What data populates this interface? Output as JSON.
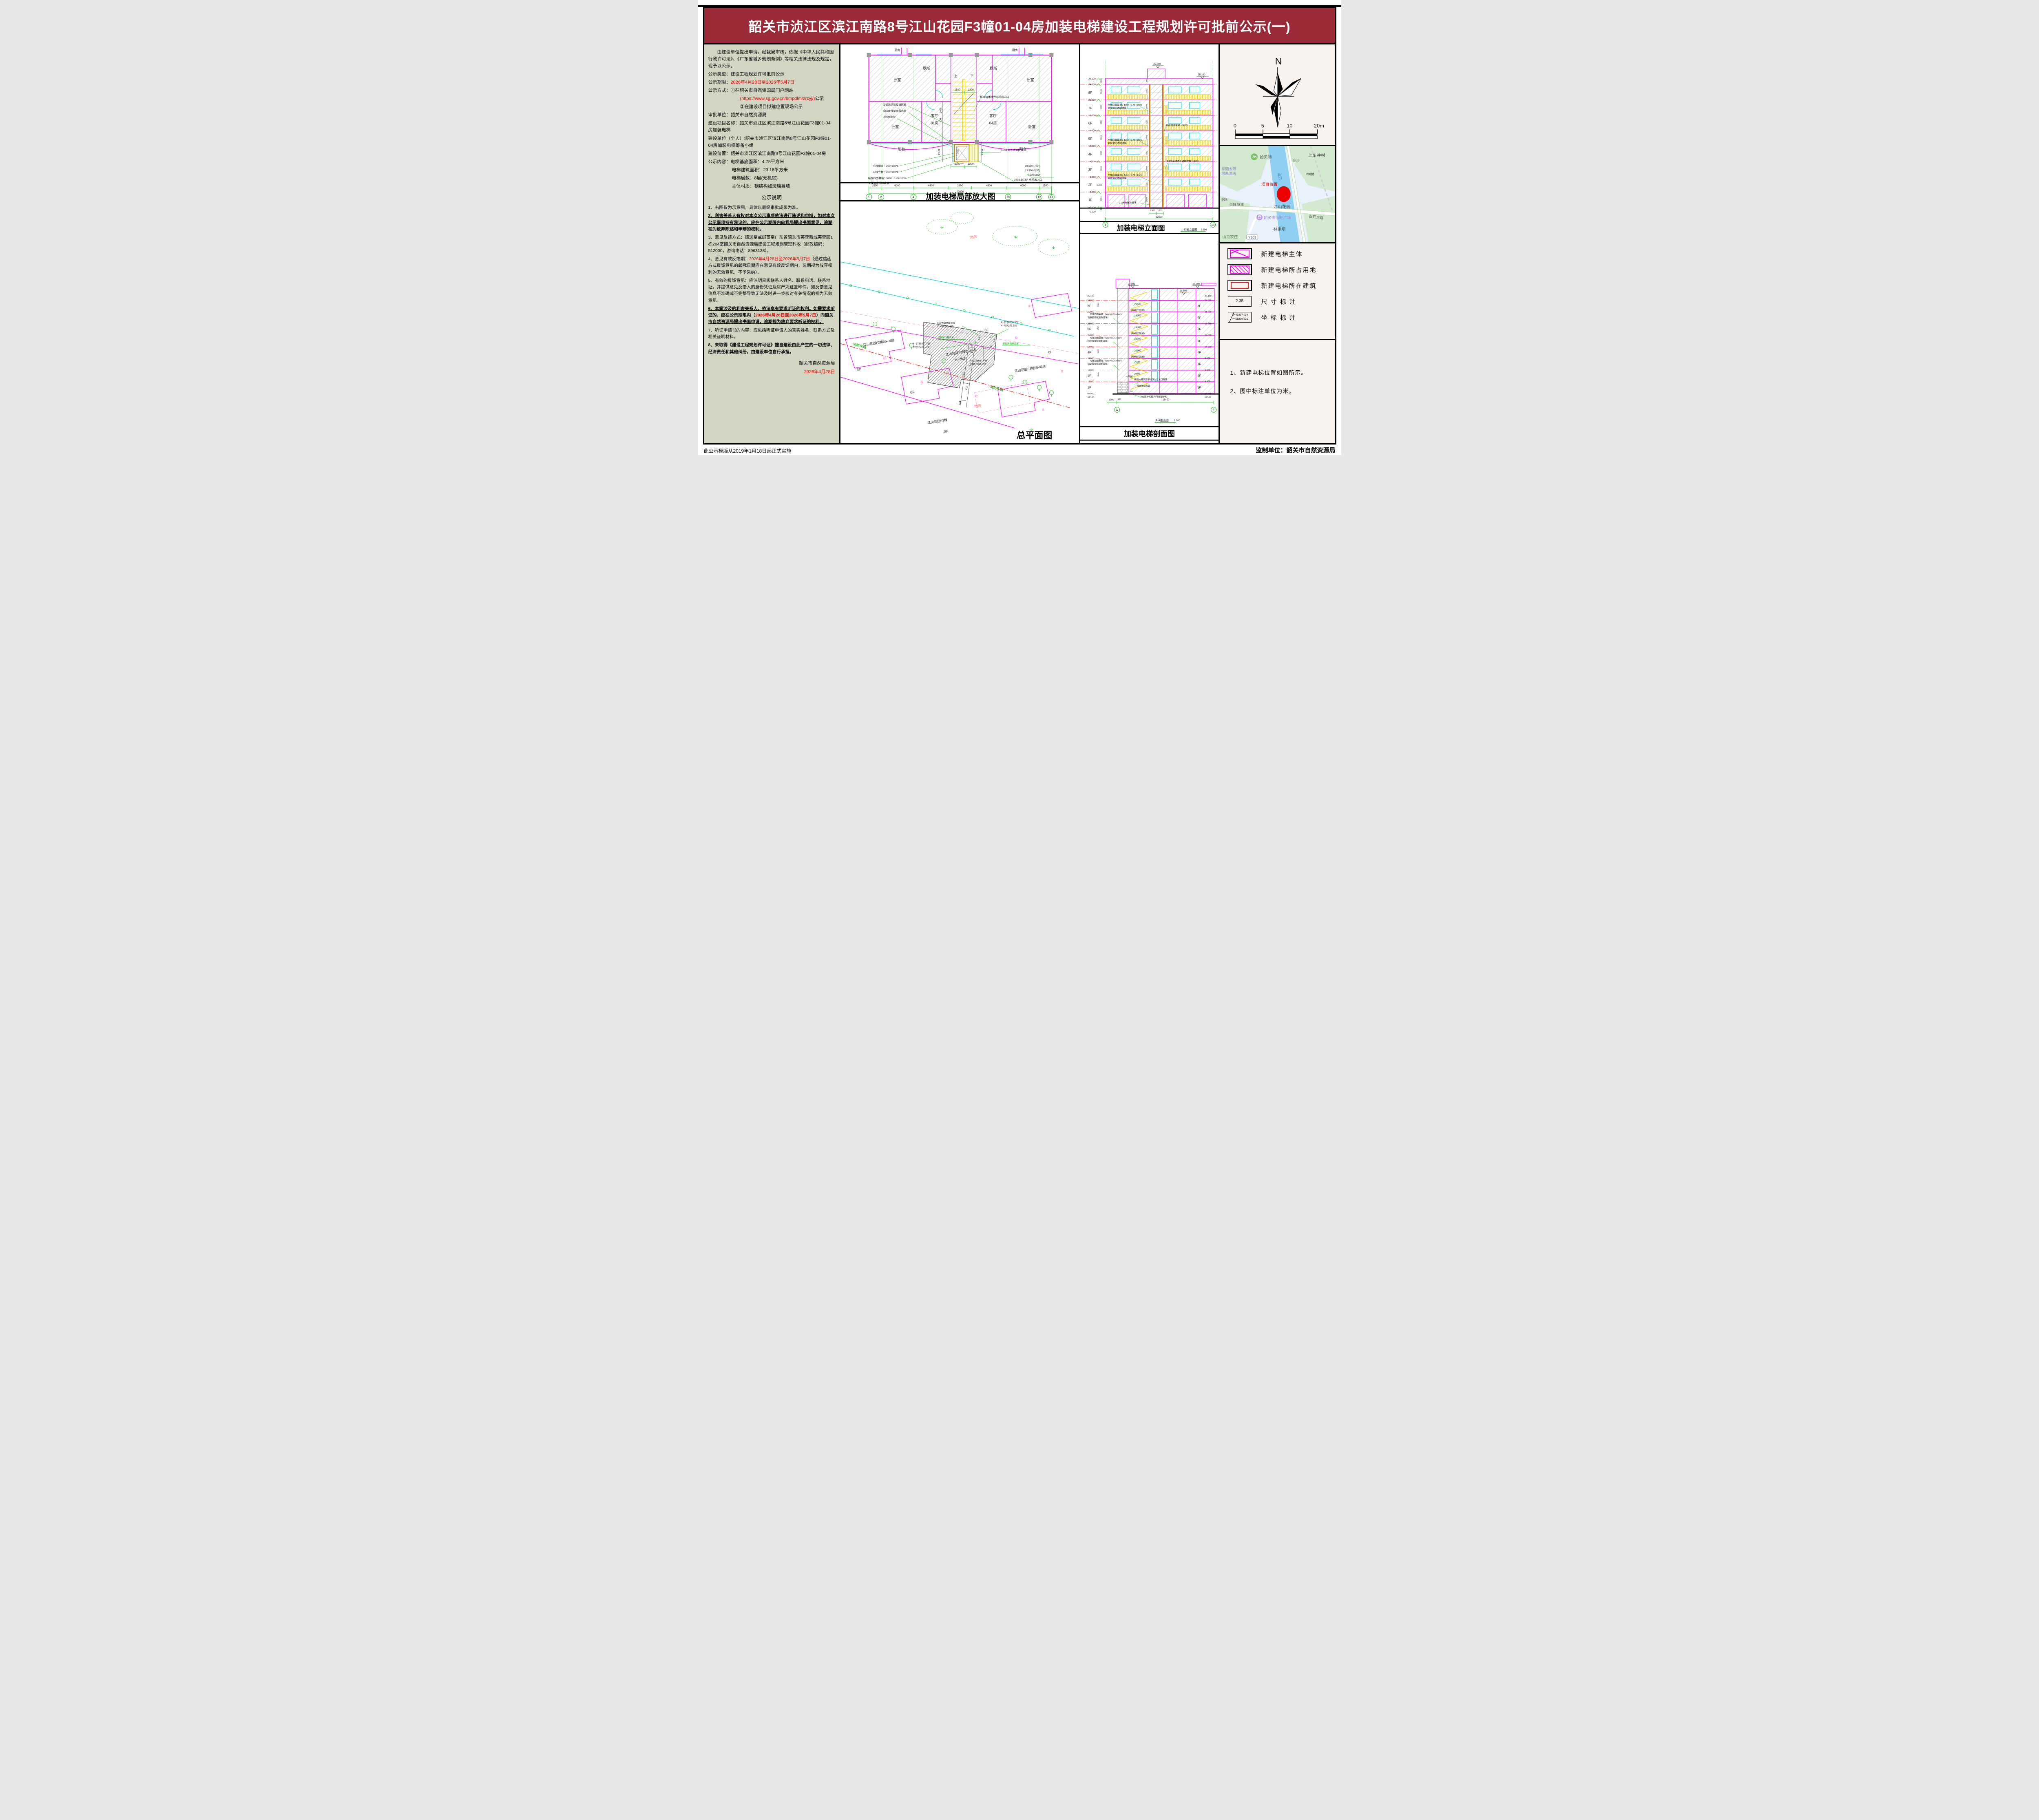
{
  "header": {
    "title": "韶关市浈江区滨江南路8号江山花园F3幢01-04房加装电梯建设工程规划许可批前公示(一)"
  },
  "footer": {
    "left": "此公示模版从2019年1月18日起正式实施",
    "right": "监制单位：韶关市自然资源局"
  },
  "left": {
    "p1": "　　由建设单位提出申请，经我局审核，依据《中华人民共和国行政许可法》、《广东省城乡规划条例》等相关法律法规及规定，现予以公示。",
    "f1l": "公示类型：",
    "f1v": "建设工程规划许可批前公示",
    "f2l": "公示期限：",
    "f2v": "2026年4月28日至2026年5月7日",
    "f3l": "公示方式：",
    "f3v": "①在韶关市自然资源局门户网站",
    "url": "(https://www.sg.gov.cn/bmpdlm/zrzyj/)",
    "url_suffix": "公示",
    "f3v2": "②在建设项目拟建位置现场公示",
    "f4": "审批单位：韶关市自然资源局",
    "f5": "建设项目名称：韶关市浈江区滨江南路8号江山花园F3幢01-04房加装电梯",
    "f6": "建设单位（个人）:韶关市浈江区滨江南路8号江山花园F3幢01-04房加装电梯筹备小组",
    "f7": "建设位置：韶关市浈江区滨江南路8号江山花园F3幢01-04房",
    "f8l": "公示内容：",
    "f8v": "电梯基底面积：4.75平方米",
    "f9": "电梯建筑面积：23.18平方米",
    "f10": "电梯层数：8层(无机房)",
    "f11": "主体材质：钢结构加玻璃幕墙",
    "nt_title": "公示说明",
    "n1": "1、右图仅为示意图，具体以最终审批成果为准。",
    "n2": "2、利害关系人有权对本次公示事项依法进行陈述和申辩，如对本次公示事项持有异议的，应在公示期限内向我局提出书面意见，逾期视为放弃陈述和申辩的权利。",
    "n3": "3、意见反馈方式：请送至或邮寄至广东省韶关市芙蓉新城芙蓉园1栋204室韶关市自然资源局建设工程规划管理科收（邮政编码：512000，咨询电话：8963138）。",
    "n4a": "4、意见有效反馈期：",
    "n4red": "2026年4月28日至2026年5月7日",
    "n4b": "（通过信函方式反馈意见的邮戳日期应在意见有效反馈期内，逾期视为放弃权利的无效意见，不予采纳）。",
    "n5": "5、有效的反馈意见：应注明真实联系人姓名、联系电话、联系地址，并提供意见反馈人的身份凭证及房产凭证复印件，如反馈意见信息不准确或不完整导致无法及时进一步核对有关情况的视为无效意见。",
    "n6a": "6、本案涉及的利害关系人，依法享有要求听证的权利。如需要求听证的，应在公示期限内（",
    "n6red": "2026年4月28日至2026年5月7日",
    "n6b": "）向韶关市自然资源局提出书面申请，逾期视为放弃要求听证的权利。",
    "n7": "7、听证申请书的内容：应包括听证申请人的真实姓名，联系方式及相关证明材料。",
    "n8": "8、未取得《建设工程规划许可证》擅自建设由此产生的一切法律、经济责任和其他纠纷，由建设单位自行承担。",
    "sig1": "韶关市自然资源局",
    "sig2": "2026年4月28日"
  },
  "fp": {
    "title": "加装电梯局部放大图",
    "bed": "卧室",
    "wc": "厕所",
    "living": "客厅",
    "r01": "01房",
    "r04": "04房",
    "balcony": "阳台",
    "kitchen": "厨房",
    "up": "上",
    "down": "下",
    "a1": "保留消防管及消防箱",
    "a2": "拆除虚线屋面落水管",
    "a3": "迁移到此处",
    "a4": "拆除墙体改为电梯出入口",
    "a5": "1.2米高不锈钢护栏",
    "a6": "电梯横梁：200*100*5",
    "a7": "电梯立柱：200*100*8",
    "a8": "电梯四面幕墙：5mm+0.76+5mm",
    "a9": "夹胶钢化透明玻璃",
    "lv1": "19.500 (7.5F)",
    "lv2": "13.500 (5.5F)",
    "lv3": "7.500 (3.5F)",
    "a10": "3.5/5.5/7.5F 电梯出入口",
    "d13": "1300",
    "d12": "1200",
    "d19": "1900",
    "d14": "1400",
    "d5": "500",
    "d16": "1600",
    "d11": "1100",
    "total": "22600",
    "row": [
      "1500",
      "4000",
      "4400",
      "2800",
      "4400",
      "4000",
      "1500"
    ],
    "grid": [
      "1",
      "2",
      "4",
      "10",
      "12",
      "13"
    ]
  },
  "sp": {
    "title": "总平面图",
    "tile": "地砖",
    "lane": "消防车道",
    "bF2": "江山花园F2幢05-08房",
    "bF3": "江山花园F3幢01-04房",
    "bH": "H=25.10",
    "bF3b": "江山花园F3幢05-08房",
    "bF3c": "江山花园F3幢",
    "f9": "9F",
    "f8": "8F",
    "conc": "砼",
    "mix": "混",
    "c1x": "X=2738659.576",
    "c1y": "Y=457245.415",
    "c2x": "X=2738659.307",
    "c2y": "Y=457246.686",
    "c3x": "X=2738657.718",
    "c3y": "Y=457245.021",
    "c4x": "X=2738657.448",
    "c4y": "Y=457246.292",
    "shaft": "拟加装电梯井道",
    "pass": "拟加装电梯过道",
    "d1": "15.0",
    "d2": "4.2",
    "d3": "5.3",
    "d4": "5.5",
    "d5": "1.9",
    "d6": "1.3",
    "d7": "1.2",
    "d8": "0.5",
    "d9": "1.4"
  },
  "el": {
    "title": "加装电梯立面图",
    "subtitle": "1-13轴立面图",
    "scale": "1:100",
    "lv": [
      "27.000",
      "25.100",
      "24.000",
      "21.000",
      "18.000",
      "15.000",
      "12.000",
      "9.000",
      "6.000",
      "3.000",
      "±0.000",
      "-0.100"
    ],
    "fl": [
      "8F",
      "7F",
      "6F",
      "5F",
      "4F",
      "3F",
      "2F",
      "1F"
    ],
    "h3000": "3000",
    "h1100": "1100",
    "h100": "100",
    "h2000": "2000",
    "h1500": "1500",
    "w1": "电梯四面幕墙：5mm+0.76+5mm",
    "w2": "夹胶钢化透明玻璃",
    "beam": "钢结构支撑梁（余同）",
    "rail": "1.2米高通透不锈钢护栏（余同）",
    "bump": "2.0米电梯防撞墙",
    "d13": "1300",
    "d12": "1200",
    "total": "22600",
    "g1": "1",
    "g13": "13"
  },
  "sec": {
    "title": "加装电梯剖面图",
    "subtitle": "A-A剖面图",
    "scale": "1:100",
    "lv26": "26.100",
    "landing": [
      "22.500",
      "19.500",
      "16.500",
      "13.500",
      "10.500",
      "7.500",
      "4.500"
    ],
    "door": "(电梯开门位置)",
    "canopy": "拆除一楼阴影部分改为出入口雨蓬",
    "keep": "保留原结构梁",
    "rail700": "700宽护栏改为可拆卸护栏",
    "d1000": "1000",
    "d700": "700",
    "d1900": "1900",
    "d100": "100",
    "d18400": "18400",
    "gA": "A",
    "gE": "E"
  },
  "north": {
    "n": "N",
    "s0": "0",
    "s5": "5",
    "s10": "10",
    "s20": "20m"
  },
  "map": {
    "lake": "拾贝湖",
    "villageNE": "上东冲村",
    "jinsha": "金沙",
    "river": "北江",
    "zhongcun": "中村",
    "hotel1": "桂园太阳",
    "hotel2": "凤凰酒店",
    "loc": "项目位置",
    "estate": "江山花园",
    "tunnel": "百旺隧道",
    "plaza": "韶关市佰旺广场",
    "eastRd": "百旺东路",
    "linjiaba": "林家坝",
    "farm": "山顶农庄",
    "y103": "Y103",
    "zhonglu": "中路"
  },
  "legend": {
    "l1": "新建电梯主体",
    "l2": "新建电梯所占用地",
    "l3": "新建电梯所在建筑",
    "l4": "尺 寸 标 注",
    "l5": "坐 标 标 注",
    "dim_val": "2.35",
    "cx": "X=43337.034",
    "cy": "Y=58209.521"
  },
  "notes": {
    "l1": "1、新建电梯位置如图所示。",
    "l2": "2、图中标注单位为米。"
  }
}
